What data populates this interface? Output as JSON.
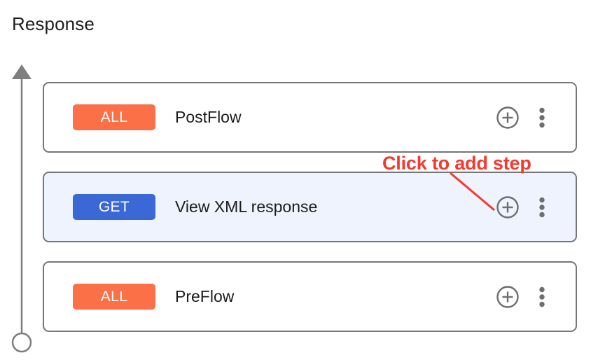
{
  "page": {
    "title": "Response"
  },
  "flow_axis": {
    "direction_icon": "arrow-up-icon",
    "endpoint_icon": "circle-endpoint-icon",
    "color": "#7f7f7f"
  },
  "annotation": {
    "text": "Click to add step",
    "color": "#f43a2e",
    "points_to": "add-step-icon-row-2"
  },
  "colors": {
    "badge_all": "#fb7046",
    "badge_get": "#3a68d4",
    "selected_row_background": "#eef3fd",
    "card_border": "#767676",
    "icon_gray": "#6e6e6e",
    "annotation_red": "#f43a2e"
  },
  "steps": [
    {
      "method": "ALL",
      "method_kind": "all",
      "name": "PostFlow",
      "selected": false,
      "add_icon": "plus-circle-icon",
      "menu_icon": "more-vertical-icon"
    },
    {
      "method": "GET",
      "method_kind": "get",
      "name": "View XML response",
      "selected": true,
      "add_icon": "plus-circle-icon",
      "menu_icon": "more-vertical-icon"
    },
    {
      "method": "ALL",
      "method_kind": "all",
      "name": "PreFlow",
      "selected": false,
      "add_icon": "plus-circle-icon",
      "menu_icon": "more-vertical-icon"
    }
  ]
}
